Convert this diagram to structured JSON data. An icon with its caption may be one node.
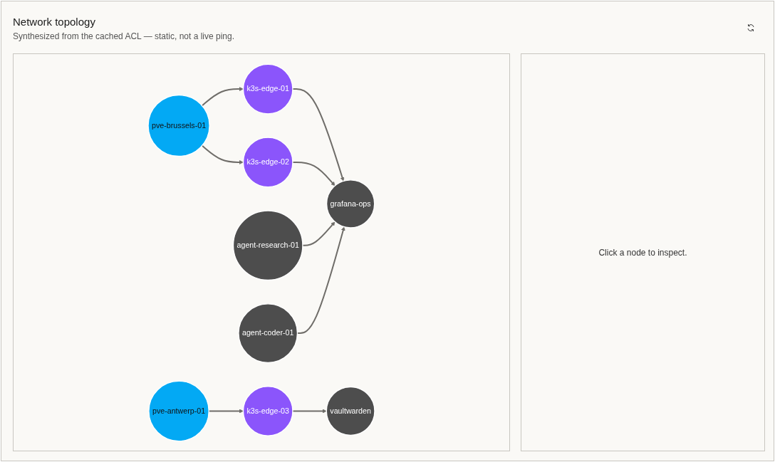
{
  "diagram": {
    "title": "Network topology",
    "caption": "Synthesized from the cached ACL — static, not a live ping.",
    "nodes": [
      {
        "text": [
          "pve-brussels-01"
        ]
      },
      {
        "text": [
          "vaultwarden"
        ]
      },
      {
        "text": [
          "pve-antwerp-01"
        ]
      },
      {
        "text": [
          "grafana-ops"
        ]
      },
      {
        "text": [
          "k3s-edge-01"
        ]
      },
      {
        "text": [
          "agent-research-01"
        ]
      },
      {
        "text": [
          "k3s-edge-02"
        ]
      },
      {
        "text": [
          "agent-coder-01"
        ]
      },
      {
        "text": [
          "k3s-edge-03"
        ]
      }
    ],
    "edges": [
      {
        "from": 0,
        "to": 4,
        "arrow": "to"
      },
      {
        "from": 0,
        "to": 6,
        "arrow": "to"
      },
      {
        "from": 2,
        "to": 8,
        "arrow": "to"
      },
      {
        "from": 8,
        "to": 1,
        "arrow": "to"
      },
      {
        "from": 4,
        "to": 3,
        "arrow": "to"
      },
      {
        "from": 6,
        "to": 3,
        "arrow": "to"
      },
      {
        "from": 5,
        "to": 3,
        "arrow": "to"
      },
      {
        "from": 7,
        "to": 3,
        "arrow": "to"
      }
    ],
    "labels": [
      "Click a node to inspect."
    ]
  }
}
